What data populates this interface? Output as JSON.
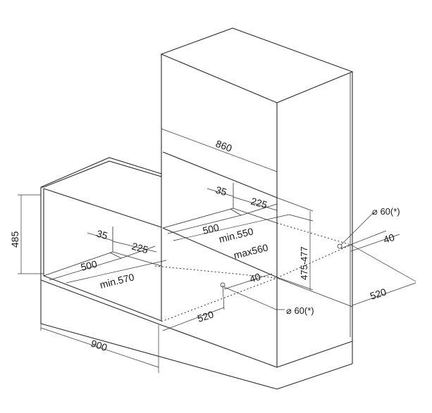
{
  "colors": {
    "line": "#2a2a2a",
    "background": "#ffffff"
  },
  "dimensions": {
    "tall_width": "860",
    "tall_inset_35": "35",
    "tall_inset_225": "225",
    "tall_depth_500": "500",
    "tall_depth_min": "min.550",
    "tall_depth_max": "max560",
    "tall_height_range": "475-477",
    "tall_hole": "⌀ 60(*)",
    "tall_hole_offset": "40",
    "tall_side_depth": "520",
    "low_height": "485",
    "low_inset_35": "35",
    "low_inset_225": "225",
    "low_depth_500": "500",
    "low_depth_min": "min.570",
    "low_hole_offset": "40",
    "low_hole_depth": "520",
    "low_hole": "⌀ 60(*)",
    "low_width": "900"
  }
}
